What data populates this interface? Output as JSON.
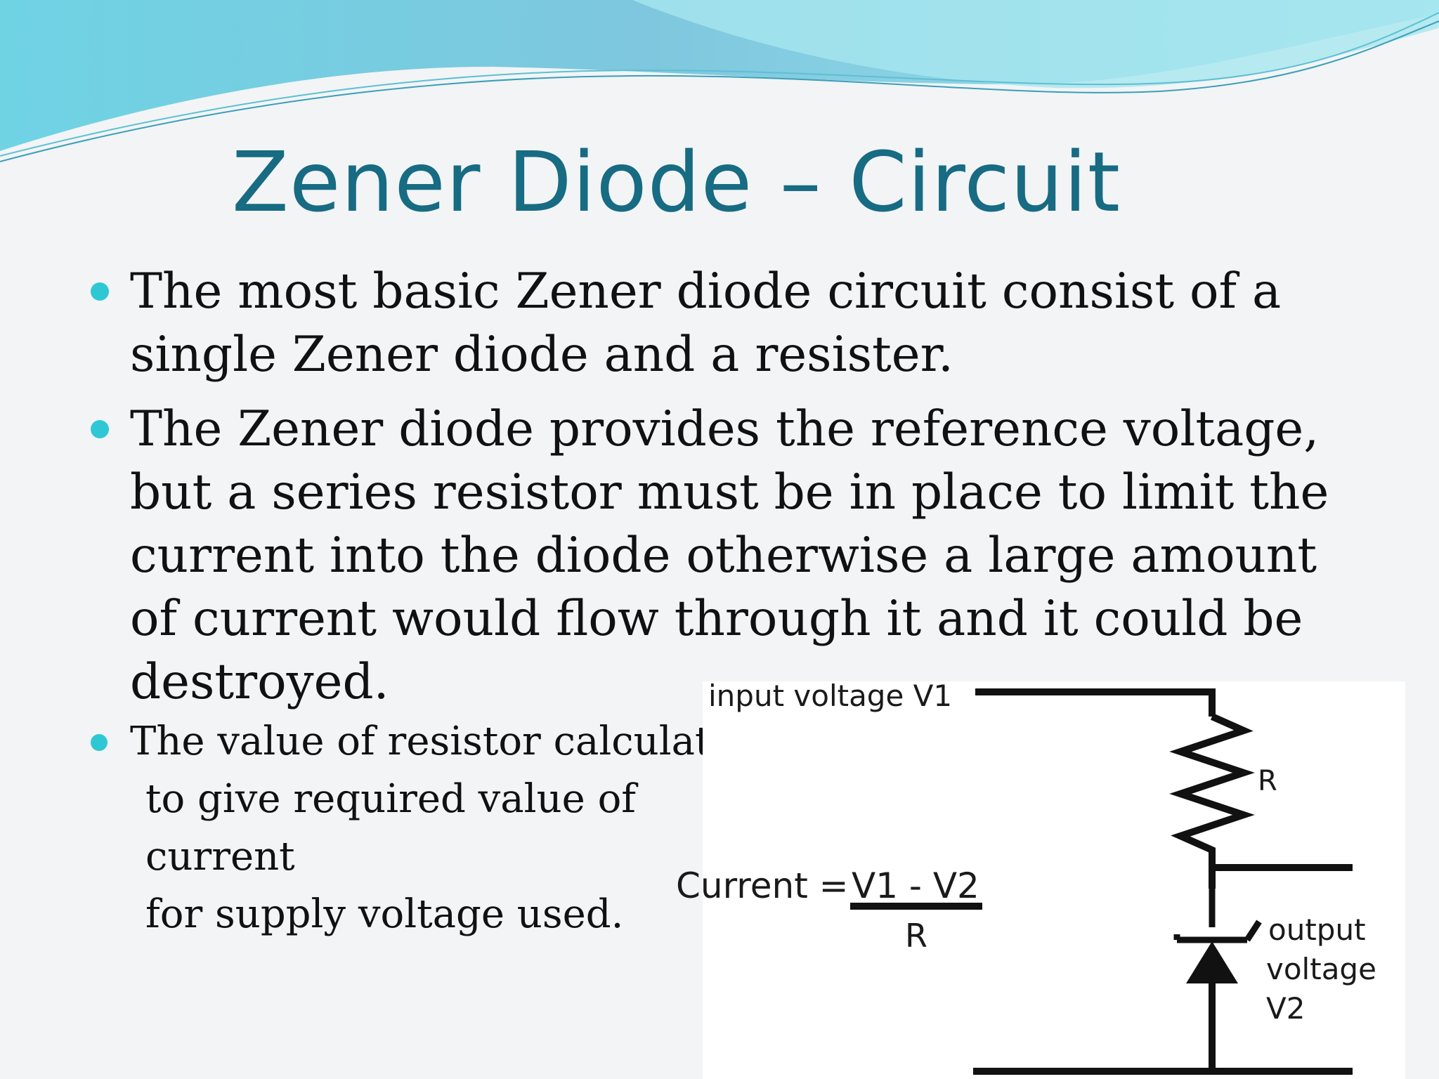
{
  "slide": {
    "title": "Zener Diode – Circuit",
    "bullets": [
      "The most basic Zener diode circuit consist of a single Zener diode and a resister.",
      "The Zener diode provides the reference voltage, but a series resistor must be in place to limit the current into the diode otherwise a large amount of current would flow through it and it could be destroyed."
    ],
    "small_bullet": {
      "line1": "The value of resistor calculated",
      "line2": "to give required value of current",
      "line3": "for supply voltage used."
    }
  },
  "diagram": {
    "input_label": "input voltage V1",
    "resistor_label": "R",
    "formula_lhs": "Current = ",
    "formula_numerator": "V1 - V2",
    "formula_denominator": "R",
    "output_label_1": "output",
    "output_label_2": "voltage",
    "output_label_3": "V2"
  },
  "colors": {
    "title": "#176b82",
    "bullet_dot": "#2ec8d4",
    "wave_light": "#8fe0ea",
    "wave_dark": "#4ab4cc"
  }
}
